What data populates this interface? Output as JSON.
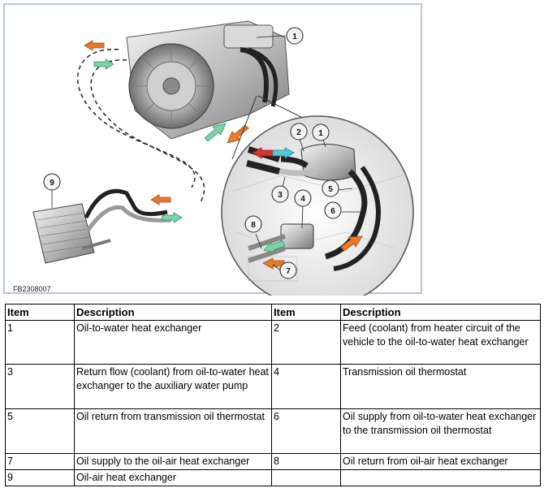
{
  "figure": {
    "code": "FB2308007",
    "callouts": [
      "1",
      "2",
      "1",
      "3",
      "4",
      "5",
      "6",
      "8",
      "7",
      "9"
    ]
  },
  "table": {
    "headers": [
      "Item",
      "Description",
      "Item",
      "Description"
    ],
    "rows": [
      [
        "1",
        "Oil-to-water heat exchanger",
        "2",
        "Feed (coolant) from heater circuit of the vehicle to the oil-to-water heat exchanger"
      ],
      [
        "3",
        "Return flow (coolant) from oil-to-water heat exchanger to the auxiliary water pump",
        "4",
        "Transmission oil thermostat"
      ],
      [
        "5",
        "Oil return from transmission oil thermostat",
        "6",
        "Oil supply from oil-to-water heat exchanger to the transmission oil thermostat"
      ],
      [
        "7",
        "Oil supply to the oil-air heat exchanger",
        "8",
        "Oil return from oil-air heat exchanger"
      ],
      [
        "9",
        "Oil-air heat exchanger",
        "",
        ""
      ]
    ]
  },
  "colors": {
    "frame": "#b8c6d6",
    "arrow_orange": "#e8782a",
    "arrow_green": "#7dd3a8",
    "arrow_red": "#d9342b",
    "arrow_cyan": "#56c8d8"
  }
}
